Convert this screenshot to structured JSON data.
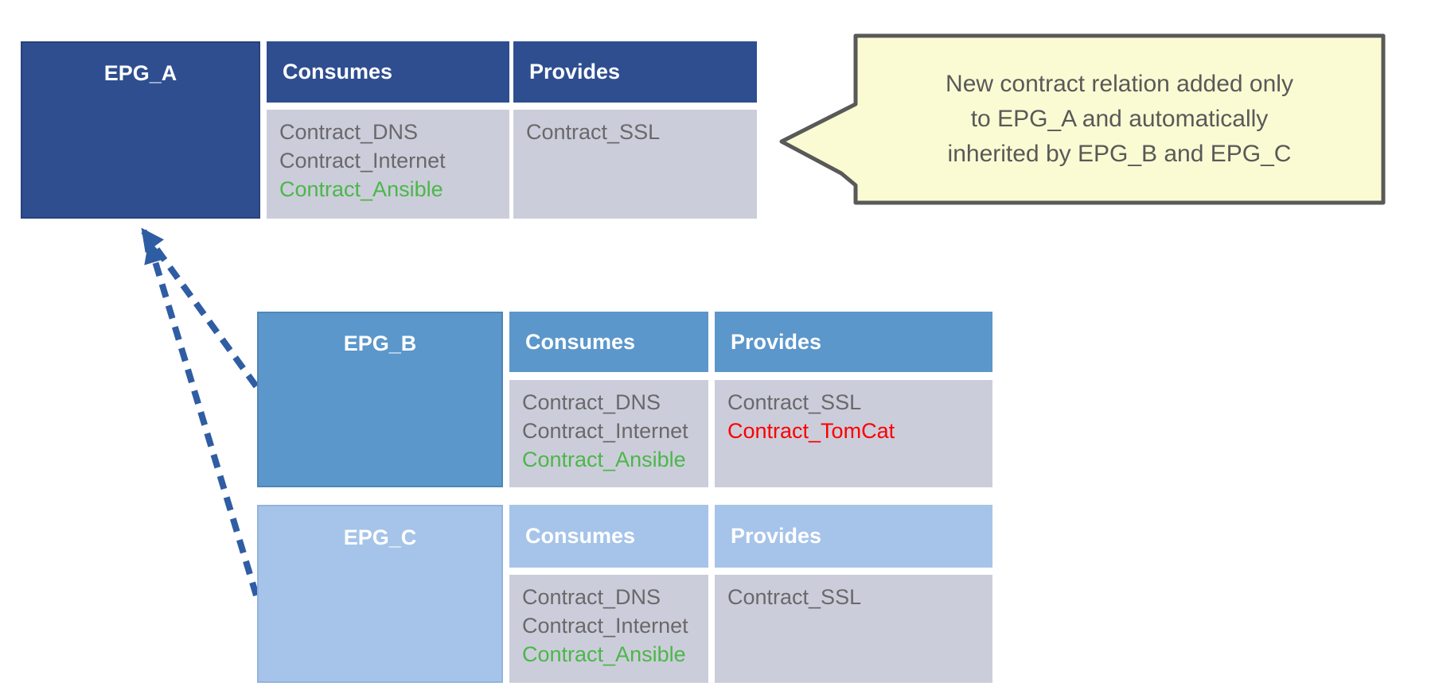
{
  "palette": {
    "epg_a_blue": "#2F4E90",
    "epg_b_blue": "#5B97CB",
    "epg_c_blue": "#A6C4E9",
    "cell_gray": "#CCCDDA",
    "text_gray": "#69696B",
    "text_green": "#4BB74A",
    "text_red": "#FB0000",
    "header_text": "#FFFFFF",
    "callout_fill": "#FBFBD3",
    "callout_border": "#595959",
    "arrow_blue": "#2F5DA4"
  },
  "epg_tables": [
    {
      "name": "EPG_A",
      "consumes_label": "Consumes",
      "provides_label": "Provides",
      "consumes_contracts": [
        {
          "text": "Contract_DNS",
          "color": "gray"
        },
        {
          "text": "Contract_Internet",
          "color": "gray"
        },
        {
          "text": "Contract_Ansible",
          "color": "green"
        }
      ],
      "provides_contracts": [
        {
          "text": "Contract_SSL",
          "color": "gray"
        }
      ]
    },
    {
      "name": "EPG_B",
      "consumes_label": "Consumes",
      "provides_label": "Provides",
      "consumes_contracts": [
        {
          "text": "Contract_DNS",
          "color": "gray"
        },
        {
          "text": "Contract_Internet",
          "color": "gray"
        },
        {
          "text": "Contract_Ansible",
          "color": "green"
        }
      ],
      "provides_contracts": [
        {
          "text": "Contract_SSL",
          "color": "gray"
        },
        {
          "text": "Contract_TomCat",
          "color": "red"
        }
      ]
    },
    {
      "name": "EPG_C",
      "consumes_label": "Consumes",
      "provides_label": "Provides",
      "consumes_contracts": [
        {
          "text": "Contract_DNS",
          "color": "gray"
        },
        {
          "text": "Contract_Internet",
          "color": "gray"
        },
        {
          "text": "Contract_Ansible",
          "color": "green"
        }
      ],
      "provides_contracts": [
        {
          "text": "Contract_SSL",
          "color": "gray"
        }
      ]
    }
  ],
  "callout": {
    "line1": "New contract relation added only",
    "line2": "to EPG_A and automatically",
    "line3": "inherited by EPG_B and EPG_C"
  },
  "arrows": [
    {
      "from": "EPG_B",
      "to": "EPG_A",
      "style": "dashed"
    },
    {
      "from": "EPG_C",
      "to": "EPG_A",
      "style": "dashed"
    }
  ]
}
